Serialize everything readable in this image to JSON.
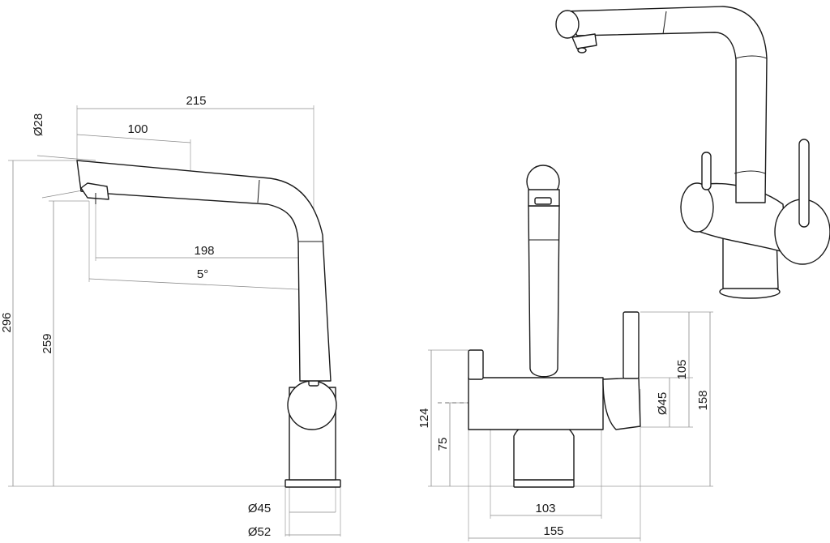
{
  "side_view": {
    "height_total": "296",
    "spout_height": "259",
    "reach_total": "215",
    "spout_tip": "100",
    "outlet_diameter": "Ø28",
    "reach_outlet": "198",
    "tilt_angle": "5°",
    "body_diameter": "Ø45",
    "base_diameter": "Ø52"
  },
  "front_view": {
    "handle_height": "124",
    "body_height": "75",
    "lever_height": "105",
    "total_height": "158",
    "lever_diameter": "Ø45",
    "base_width": "103",
    "total_width": "155"
  }
}
